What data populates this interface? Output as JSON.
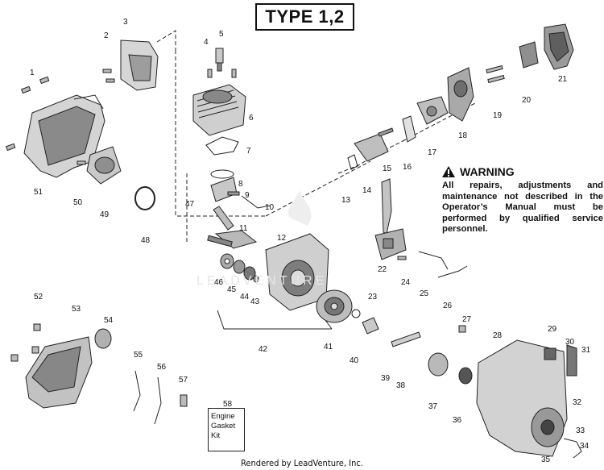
{
  "diagram": {
    "title": "TYPE 1,2",
    "warning": {
      "heading": "WARNING",
      "body": "All repairs, adjustments and maintenance not described in the Operator’s Manual must be performed by qualified service personnel."
    },
    "gasket_kit": {
      "number": "58",
      "lines": [
        "Engine",
        "Gasket",
        "Kit"
      ]
    },
    "footer": "Rendered by LeadVenture, Inc.",
    "watermark": "LEADVENTURE",
    "callouts": [
      "1",
      "2",
      "3",
      "4",
      "5",
      "6",
      "7",
      "8",
      "9",
      "10",
      "11",
      "12",
      "13",
      "14",
      "15",
      "16",
      "17",
      "18",
      "19",
      "20",
      "21",
      "22",
      "23",
      "24",
      "25",
      "26",
      "27",
      "28",
      "29",
      "30",
      "31",
      "32",
      "33",
      "34",
      "35",
      "36",
      "37",
      "38",
      "39",
      "40",
      "41",
      "42",
      "43",
      "44",
      "45",
      "46",
      "47",
      "48",
      "49",
      "50",
      "51",
      "52",
      "53",
      "54",
      "55",
      "56",
      "57"
    ],
    "colors": {
      "line": "#222222",
      "shade": "#9a9a9a",
      "light": "#cfcfcf"
    }
  }
}
